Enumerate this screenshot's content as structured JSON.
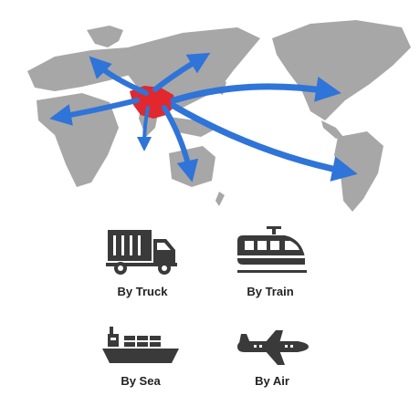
{
  "colors": {
    "land": "#a7a7a7",
    "china": "#e0282e",
    "arrow": "#2f74d8",
    "icon": "#3a3a3a",
    "text": "#222222"
  },
  "transport_modes": [
    {
      "label": "By Truck",
      "icon": "truck-icon"
    },
    {
      "label": "By Train",
      "icon": "train-icon"
    },
    {
      "label": "By Sea",
      "icon": "ship-icon"
    },
    {
      "label": "By Air",
      "icon": "airplane-icon"
    }
  ]
}
